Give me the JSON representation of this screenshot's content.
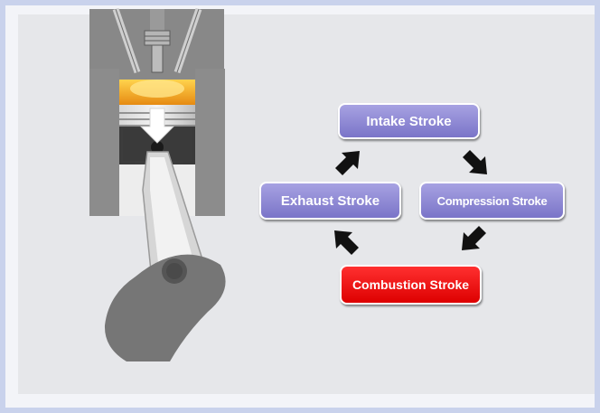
{
  "diagram": {
    "strokes": {
      "intake": "Intake Stroke",
      "compression": "Compression Stroke",
      "combustion": "Combustion Stroke",
      "exhaust": "Exhaust Stroke"
    },
    "active_stroke": "combustion",
    "colors": {
      "stroke_box": "#8e89d6",
      "active_box": "#ee1111",
      "arrow": "#111111",
      "combustion_glow": "#f7a81b",
      "metal": "#8f8f8f",
      "background": "#e6e7ea"
    }
  }
}
